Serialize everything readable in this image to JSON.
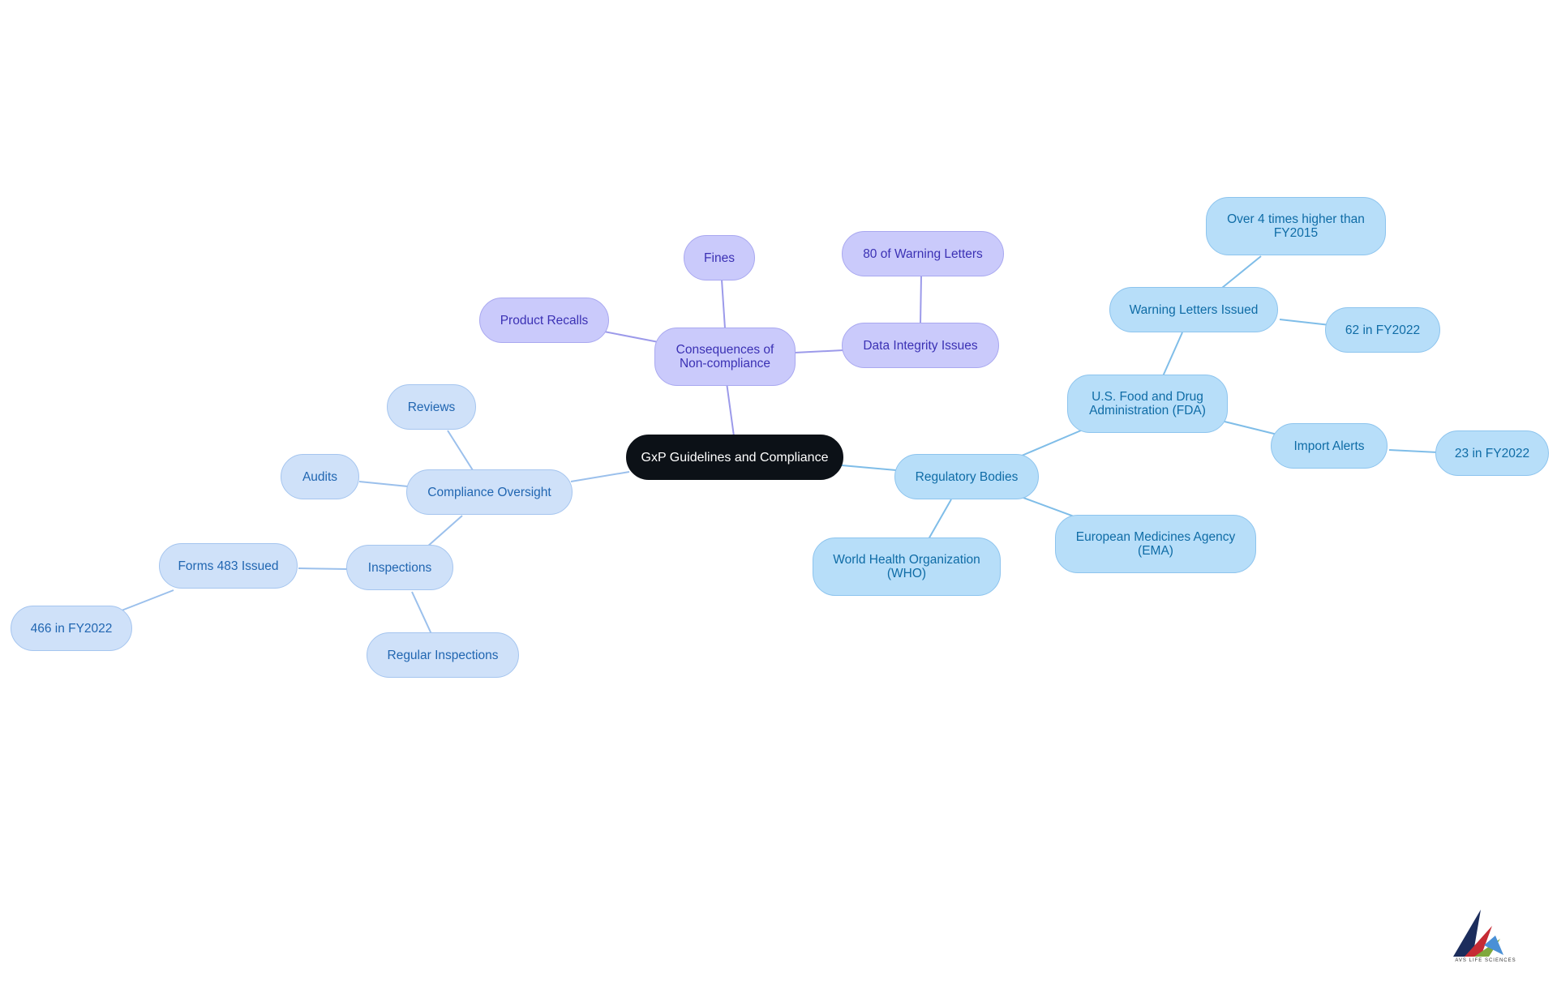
{
  "mindmap": {
    "root": "GxP Guidelines and Compliance",
    "consequences": {
      "label": "Consequences of\nNon-compliance",
      "fines": "Fines",
      "product_recalls": "Product Recalls",
      "data_integrity": "Data Integrity Issues",
      "warning_letters_share": "80 of Warning Letters"
    },
    "regulatory": {
      "label": "Regulatory Bodies",
      "fda": "U.S. Food and Drug\nAdministration (FDA)",
      "warning_letters_issued": "Warning Letters Issued",
      "over_4_times": "Over 4 times higher than\nFY2015",
      "wl_fy2022": "62 in FY2022",
      "import_alerts": "Import Alerts",
      "ia_fy2022": "23 in FY2022",
      "ema": "European Medicines Agency\n(EMA)",
      "who": "World Health Organization\n(WHO)"
    },
    "oversight": {
      "label": "Compliance Oversight",
      "reviews": "Reviews",
      "audits": "Audits",
      "inspections": "Inspections",
      "forms_483": "Forms 483 Issued",
      "forms_fy2022": "466 in FY2022",
      "regular_inspections": "Regular Inspections"
    }
  },
  "logo": {
    "text": "AVS LIFE SCIENCES"
  },
  "colors": {
    "root": "#0c1117",
    "consequences_branch": "#cacafb",
    "regulatory_branch": "#b7def9",
    "oversight_branch": "#cfe1f9",
    "consequences_edge": "#9c9aea",
    "regulatory_edge": "#7fbde8",
    "oversight_edge": "#9bc0ec"
  }
}
